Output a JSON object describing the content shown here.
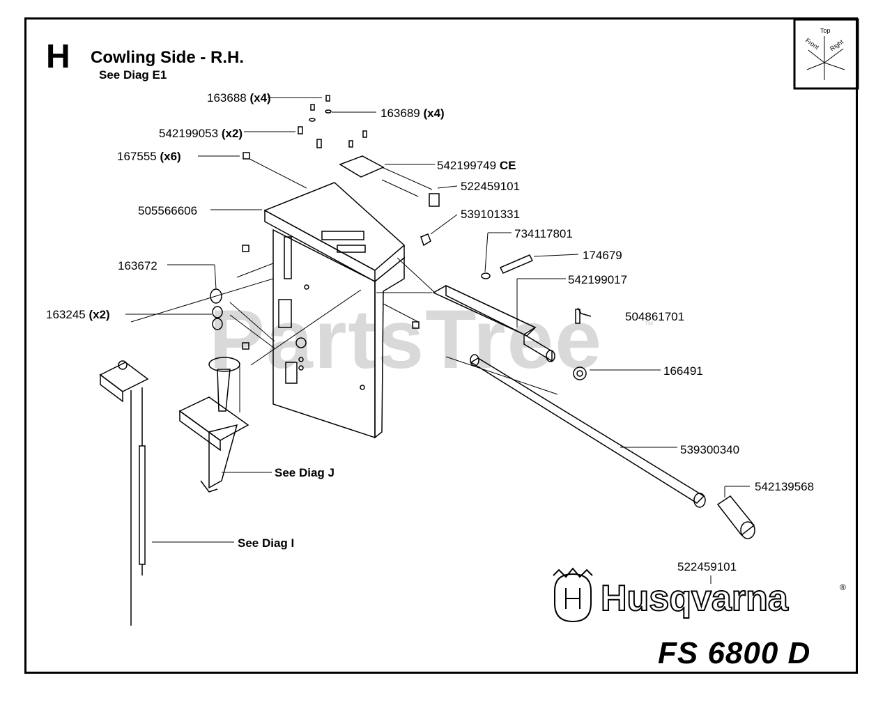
{
  "diagram": {
    "section_letter": "H",
    "title": "Cowling Side - R.H.",
    "subtitle": "See Diag E1",
    "brand": "Husqvarna",
    "brand_mark": "®",
    "model": "FS 6800 D",
    "watermark": "PartsTree",
    "watermark_mark": "™",
    "compass": {
      "top": "Top",
      "front": "Front",
      "right": "Right"
    },
    "parts": [
      {
        "number": "163688",
        "qty": "(x4)"
      },
      {
        "number": "163689",
        "qty": "(x4)"
      },
      {
        "number": "542199053",
        "qty": "(x2)"
      },
      {
        "number": "167555",
        "qty": "(x6)"
      },
      {
        "number": "542199749",
        "qty": "CE"
      },
      {
        "number": "522459101",
        "qty": ""
      },
      {
        "number": "505566606",
        "qty": ""
      },
      {
        "number": "539101331",
        "qty": ""
      },
      {
        "number": "734117801",
        "qty": ""
      },
      {
        "number": "174679",
        "qty": ""
      },
      {
        "number": "163672",
        "qty": ""
      },
      {
        "number": "542199017",
        "qty": ""
      },
      {
        "number": "163245",
        "qty": "(x2)"
      },
      {
        "number": "504861701",
        "qty": ""
      },
      {
        "number": "166491",
        "qty": ""
      },
      {
        "number": "539300340",
        "qty": ""
      },
      {
        "number": "542139568",
        "qty": ""
      },
      {
        "number": "522459101",
        "qty": ""
      }
    ],
    "references": [
      "See Diag J",
      "See Diag I"
    ]
  }
}
